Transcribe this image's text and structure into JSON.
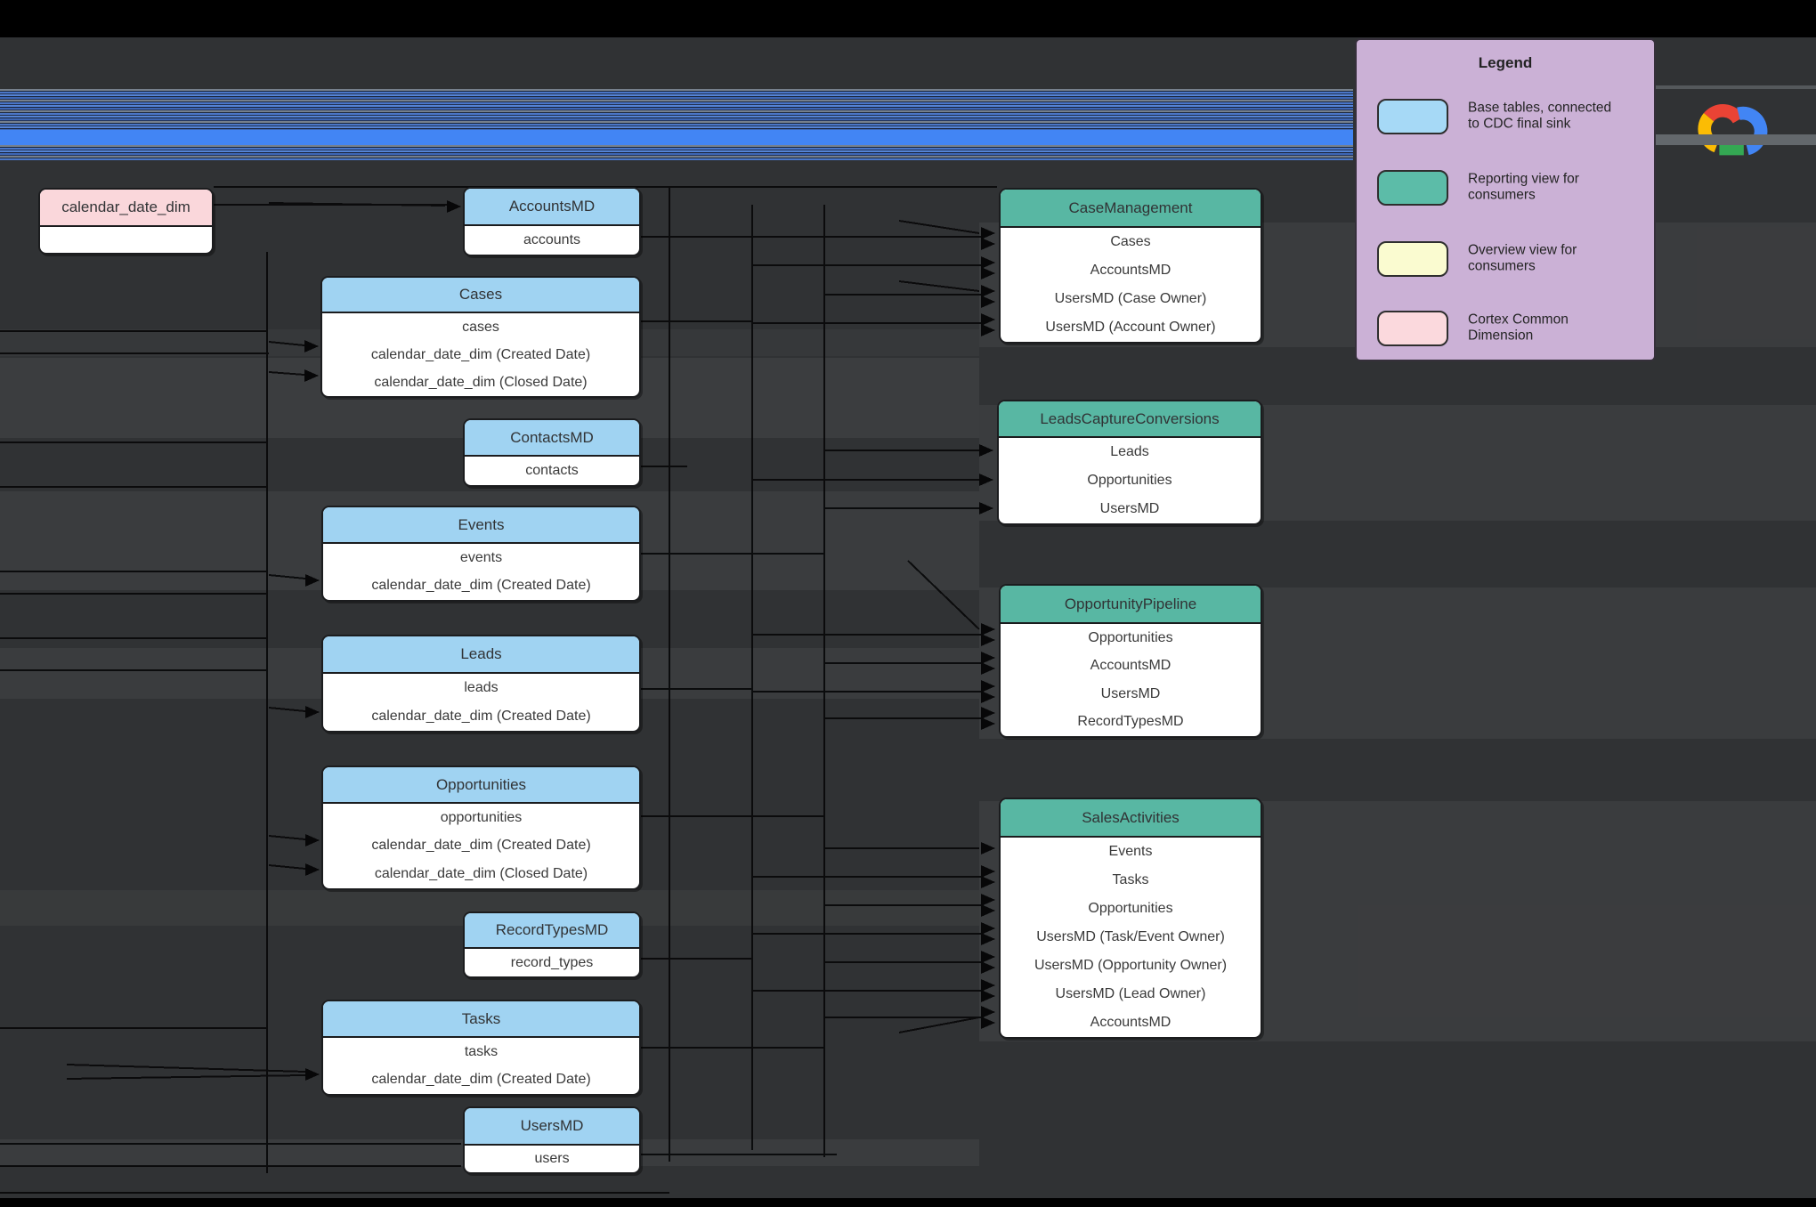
{
  "legend": {
    "title": "Legend",
    "items": [
      {
        "id": "base",
        "label": "Base tables, connected\nto CDC final sink",
        "color": "#a6d9f6"
      },
      {
        "id": "reporting",
        "label": "Reporting view for\nconsumers",
        "color": "#5cbca8"
      },
      {
        "id": "overview",
        "label": "Overview view for\nconsumers",
        "color": "#fafbd0"
      },
      {
        "id": "common",
        "label": "Cortex Common\nDimension",
        "color": "#fbd9dd"
      }
    ]
  },
  "logo": {
    "name": "Google Cloud",
    "colors": {
      "red": "#ea4335",
      "yellow": "#fbbc04",
      "green": "#34a853",
      "blue": "#4285f4"
    }
  },
  "colors": {
    "base_table_header": "#a0d3f2",
    "reporting_view_header": "#58b7a3",
    "common_dimension_header": "#fad7db",
    "overview_view": "#fafbd0",
    "legend_background": "#cbb1d6",
    "canvas": "#303234",
    "connector_bundle_blue": "#4285f4"
  },
  "tables": [
    {
      "id": "calendar_date_dim",
      "title": "calendar_date_dim",
      "type": "common",
      "rows": []
    },
    {
      "id": "accountsmd",
      "title": "AccountsMD",
      "type": "base",
      "rows": [
        "accounts"
      ]
    },
    {
      "id": "cases",
      "title": "Cases",
      "type": "base",
      "rows": [
        "cases",
        "calendar_date_dim (Created Date)",
        "calendar_date_dim (Closed Date)"
      ]
    },
    {
      "id": "contactsmd",
      "title": "ContactsMD",
      "type": "base",
      "rows": [
        "contacts"
      ]
    },
    {
      "id": "events",
      "title": "Events",
      "type": "base",
      "rows": [
        "events",
        "calendar_date_dim (Created Date)"
      ]
    },
    {
      "id": "leads",
      "title": "Leads",
      "type": "base",
      "rows": [
        "leads",
        "calendar_date_dim (Created Date)"
      ]
    },
    {
      "id": "opportunities",
      "title": "Opportunities",
      "type": "base",
      "rows": [
        "opportunities",
        "calendar_date_dim (Created Date)",
        "calendar_date_dim (Closed Date)"
      ]
    },
    {
      "id": "recordtypesmd",
      "title": "RecordTypesMD",
      "type": "base",
      "rows": [
        "record_types"
      ]
    },
    {
      "id": "tasks",
      "title": "Tasks",
      "type": "base",
      "rows": [
        "tasks",
        "calendar_date_dim (Created Date)"
      ]
    },
    {
      "id": "usersmd",
      "title": "UsersMD",
      "type": "base",
      "rows": [
        "users"
      ]
    },
    {
      "id": "casemanagement",
      "title": "CaseManagement",
      "type": "reporting",
      "rows": [
        "Cases",
        "AccountsMD",
        "UsersMD (Case Owner)",
        "UsersMD (Account Owner)"
      ]
    },
    {
      "id": "leadscaptureconversions",
      "title": "LeadsCaptureConversions",
      "type": "reporting",
      "rows": [
        "Leads",
        "Opportunities",
        "UsersMD"
      ]
    },
    {
      "id": "opportunitypipeline",
      "title": "OpportunityPipeline",
      "type": "reporting",
      "rows": [
        "Opportunities",
        "AccountsMD",
        "UsersMD",
        "RecordTypesMD"
      ]
    },
    {
      "id": "salesactivities",
      "title": "SalesActivities",
      "type": "reporting",
      "rows": [
        "Events",
        "Tasks",
        "Opportunities",
        "UsersMD (Task/Event Owner)",
        "UsersMD (Opportunity Owner)",
        "UsersMD (Lead Owner)",
        "AccountsMD"
      ]
    }
  ]
}
